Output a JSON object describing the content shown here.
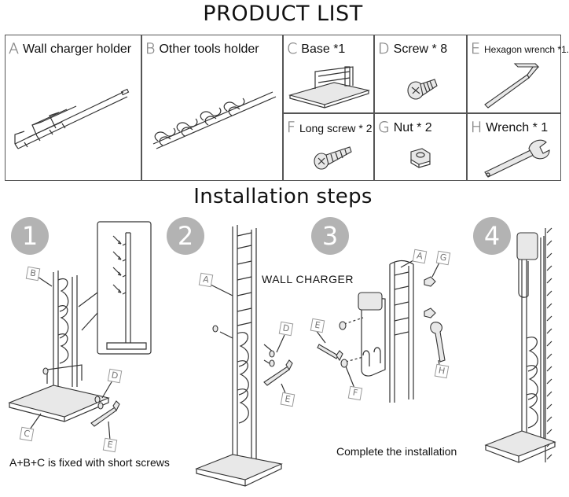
{
  "header": {
    "title": "PRODUCT LIST"
  },
  "products": [
    {
      "letter": "A",
      "label": "Wall charger holder"
    },
    {
      "letter": "B",
      "label": "Other tools holder"
    },
    {
      "letter": "C",
      "label": "Base *1"
    },
    {
      "letter": "D",
      "label": "Screw * 8"
    },
    {
      "letter": "E",
      "label": "Hexagon wrench *1."
    },
    {
      "letter": "F",
      "label": "Long screw * 2"
    },
    {
      "letter": "G",
      "label": "Nut * 2"
    },
    {
      "letter": "H",
      "label": "Wrench * 1"
    }
  ],
  "installation": {
    "title": "Installation steps",
    "steps": [
      {
        "number": "1",
        "caption": "A+B+C is fixed with short screws",
        "callouts": [
          "B",
          "C",
          "D",
          "E"
        ]
      },
      {
        "number": "2",
        "caption": "",
        "callouts": [
          "A",
          "D",
          "E"
        ]
      },
      {
        "number": "3",
        "caption": "",
        "annotation": "WALL CHARGER",
        "callouts": [
          "A",
          "G",
          "E",
          "H",
          "F"
        ]
      },
      {
        "number": "4",
        "caption": "Complete the installation",
        "callouts": []
      }
    ]
  }
}
